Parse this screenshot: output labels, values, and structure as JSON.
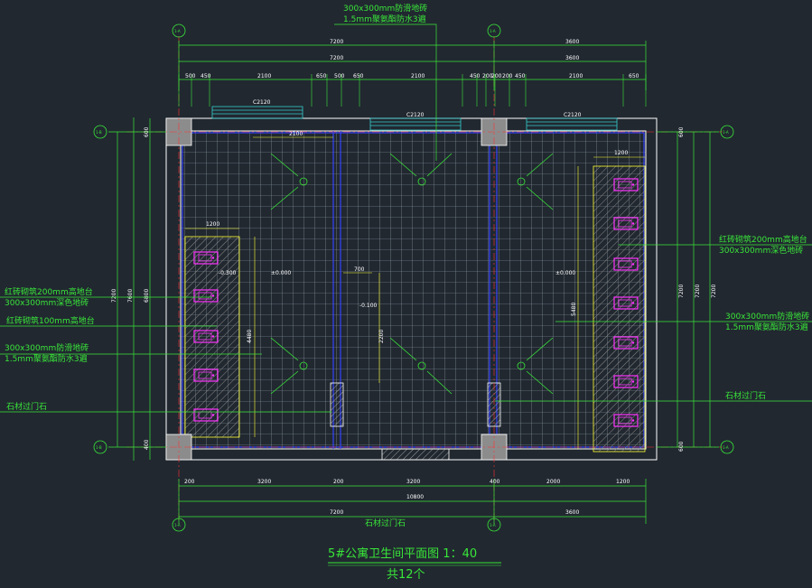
{
  "drawing": {
    "title": "5#公寓卫生间平面图 1：40",
    "subtitle": "共12个",
    "top_note_line1": "300x300mm防滑地砖",
    "top_note_line2": "1.5mm聚氨酯防水3遍"
  },
  "annotations_left": [
    {
      "line1": "红砖砌筑200mm高地台",
      "line2": "300x300mm深色地砖"
    },
    {
      "line1": "红砖砌筑100mm高地台",
      "line2": ""
    },
    {
      "line1": "300x300mm防滑地砖",
      "line2": "1.5mm聚氨酯防水3遍"
    },
    {
      "line1": "石材过门石",
      "line2": ""
    }
  ],
  "annotations_right": [
    {
      "line1": "红砖砌筑200mm高地台",
      "line2": "300x300mm深色地砖"
    },
    {
      "line1": "300x300mm防滑地砖",
      "line2": "1.5mm聚氨酯防水3遍"
    },
    {
      "line1": "石材过门石",
      "line2": ""
    }
  ],
  "bottom_note": "石材过门石",
  "dims_top": {
    "overall_left": "7200",
    "overall_right": "3600",
    "overall_left_2": "7200",
    "overall_right_2": "3600",
    "segments": [
      "500",
      "450",
      "2100",
      "650",
      "500",
      "650",
      "2100",
      "450",
      "200",
      "200",
      "200",
      "450",
      "2100",
      "650"
    ]
  },
  "dims_bottom": {
    "segments": [
      "200",
      "3200",
      "200",
      "3200",
      "400",
      "2000",
      "1200"
    ],
    "total": "10800",
    "left": "7200",
    "right": "3600"
  },
  "dims_left": {
    "inner": "6800",
    "outer": "7200",
    "outer2": "7600",
    "top": "600",
    "bottom": "400"
  },
  "dims_right": {
    "a": "7200",
    "b": "7200",
    "c": "7200",
    "top": "600",
    "bottom": "600"
  },
  "window_labels": [
    "C2120",
    "C2120",
    "C2120"
  ],
  "inner_labels": {
    "d2100": "2100",
    "d1200_left": "1200",
    "d1200_right": "1200",
    "lvl_a": "-0.300",
    "lvl_b": "±0.000",
    "lvl_c": "-0.100",
    "lvl_d": "±0.000",
    "d4480": "4480",
    "d700": "700",
    "d2200": "2200",
    "d5480": "5480"
  },
  "axis_bubbles": [
    "1-A",
    "1-A",
    "1-A",
    "1-A",
    "1-B",
    "1-B",
    "1-A",
    "1-A"
  ],
  "colors": {
    "background": "#212830",
    "wall": "#ffffff",
    "dimension": "#39e639",
    "grid": "#9aa4ad",
    "column": "#8c8c8c",
    "fixture": "#ff33ff",
    "hatch": "#ffff33",
    "axis": "#ff3333",
    "partition": "#3344ff"
  }
}
